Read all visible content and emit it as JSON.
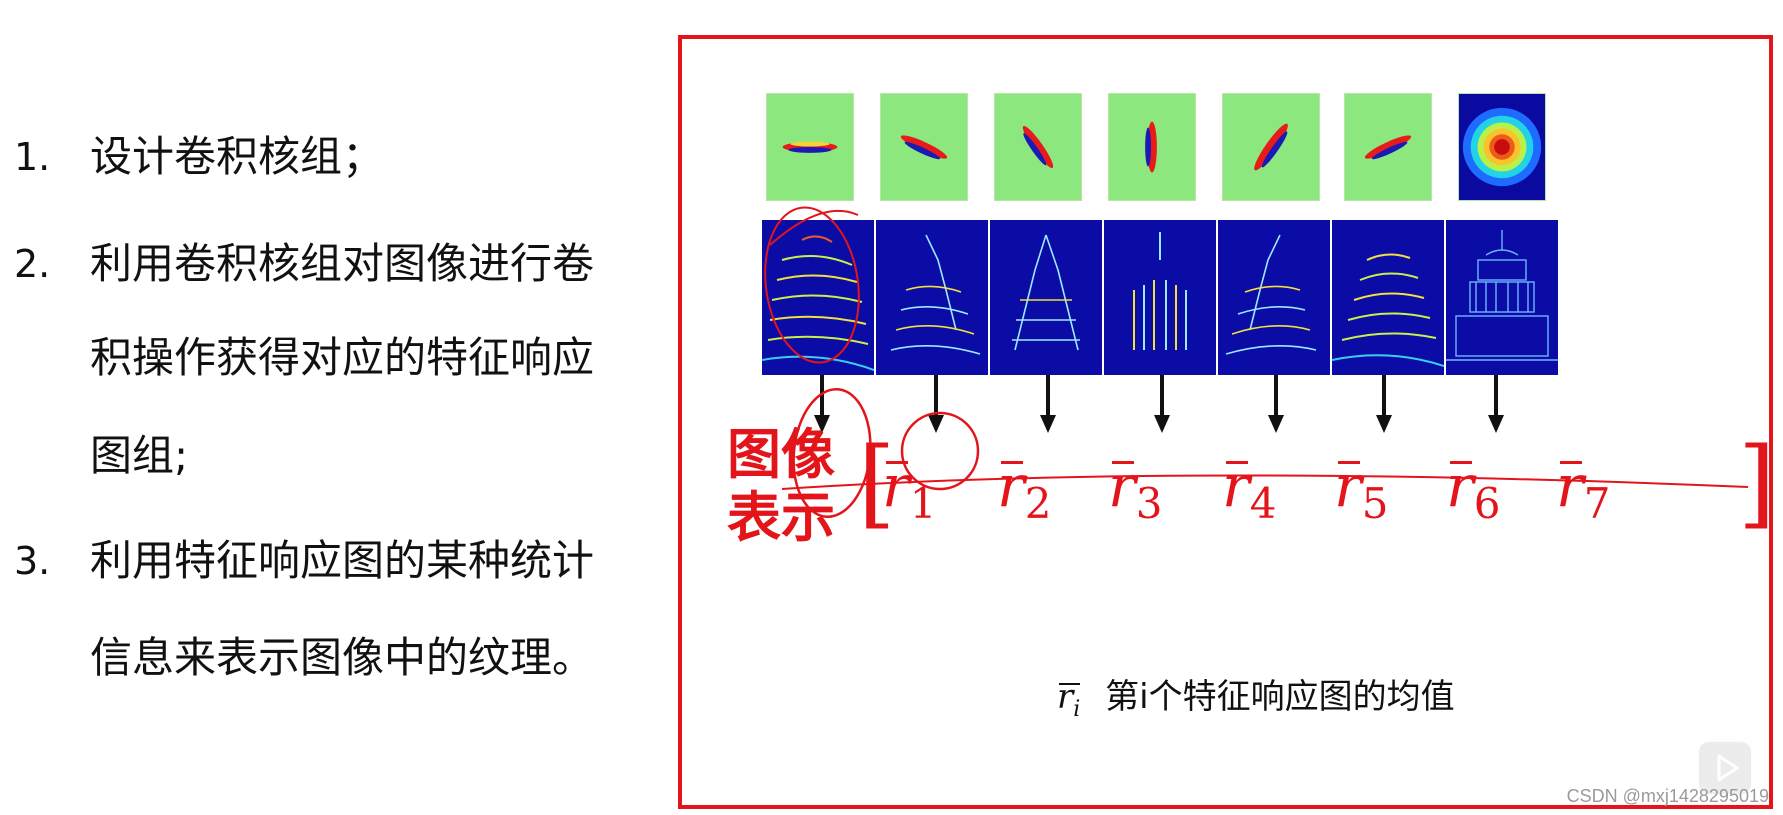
{
  "steps": [
    {
      "num": "1.",
      "lines": [
        "设计卷积核组；"
      ]
    },
    {
      "num": "2.",
      "lines": [
        "利用卷积核组对图像进行卷",
        "积操作获得对应的特征响应",
        "图组;"
      ]
    },
    {
      "num": "3.",
      "lines": [
        "利用特征响应图的某种统计",
        "信息来表示图像中的纹理。"
      ]
    }
  ],
  "representation": {
    "label_line1": "图像",
    "label_line2": "表示",
    "open_bracket": "[",
    "close_bracket": "]",
    "features": [
      {
        "r": "r",
        "sub": "1"
      },
      {
        "r": "r",
        "sub": "2"
      },
      {
        "r": "r",
        "sub": "3"
      },
      {
        "r": "r",
        "sub": "4"
      },
      {
        "r": "r",
        "sub": "5"
      },
      {
        "r": "r",
        "sub": "6"
      },
      {
        "r": "r",
        "sub": "7"
      }
    ]
  },
  "caption": {
    "symbol": "r",
    "symbol_sub": "i",
    "text": "第i个特征响应图的均值"
  },
  "watermark": "CSDN @mxj1428295019",
  "colors": {
    "accent": "#e4141b",
    "kernel_bg": "#8ce87e",
    "fmap_bg": "#0b0ba6"
  },
  "icons": {
    "play": "play-icon",
    "arrow": "arrow-down-icon"
  }
}
